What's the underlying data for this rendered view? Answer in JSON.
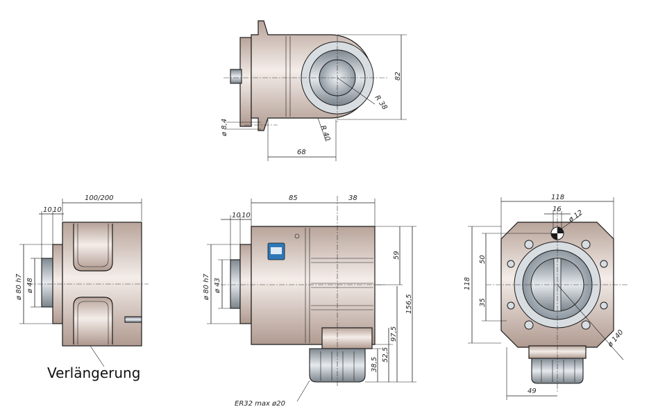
{
  "top_view": {
    "dims": {
      "height": "82",
      "radius_inner": "R 38",
      "radius_outer": "R 40",
      "width": "68",
      "bolt": "ø 8,4"
    }
  },
  "side_view": {
    "dims": {
      "length": "100/200",
      "offset_a": "10",
      "offset_b": "10",
      "dia_outer": "ø 80 h7",
      "dia_inner": "ø 48"
    },
    "caption": "Verlängerung"
  },
  "front_view": {
    "dims": {
      "top_a": "85",
      "top_b": "38",
      "off_a": "10",
      "off_b": "10",
      "dia_outer": "ø 80 h7",
      "dia_inner": "ø 43",
      "h_59": "59",
      "h_156": "156,5",
      "h_97": "97,5",
      "h_52": "52,5",
      "h_38": "38,5"
    },
    "collet_note": "ER32 max ø20"
  },
  "end_view": {
    "dims": {
      "width": "118",
      "height": "118",
      "slot": "16",
      "pin_dia": "ø 12",
      "v_50": "50",
      "v_35": "35",
      "bolt_circle": "ø 140",
      "base": "49"
    }
  },
  "colors": {
    "body": "#c9b7ad",
    "steel": "#9aa4ad",
    "line": "#1a1a1a"
  }
}
